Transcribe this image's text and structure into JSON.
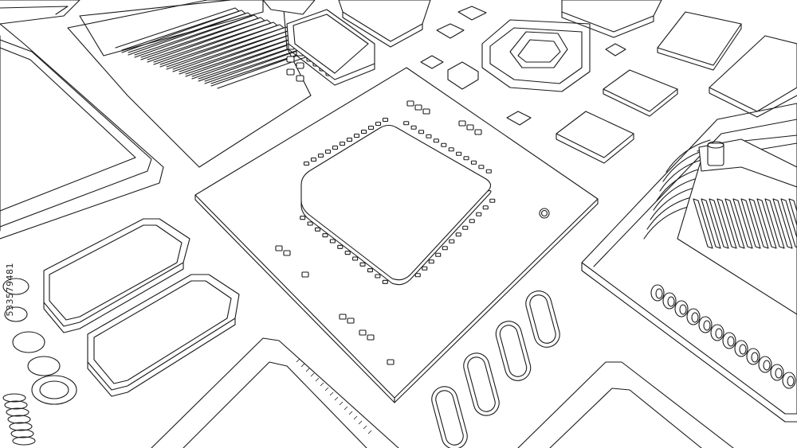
{
  "image": {
    "subject": "circuit-board",
    "style": "line-art",
    "colors": {
      "stroke": "#1a1a1a",
      "background": "#ffffff"
    }
  },
  "watermark": {
    "stock_id": "533579481"
  }
}
